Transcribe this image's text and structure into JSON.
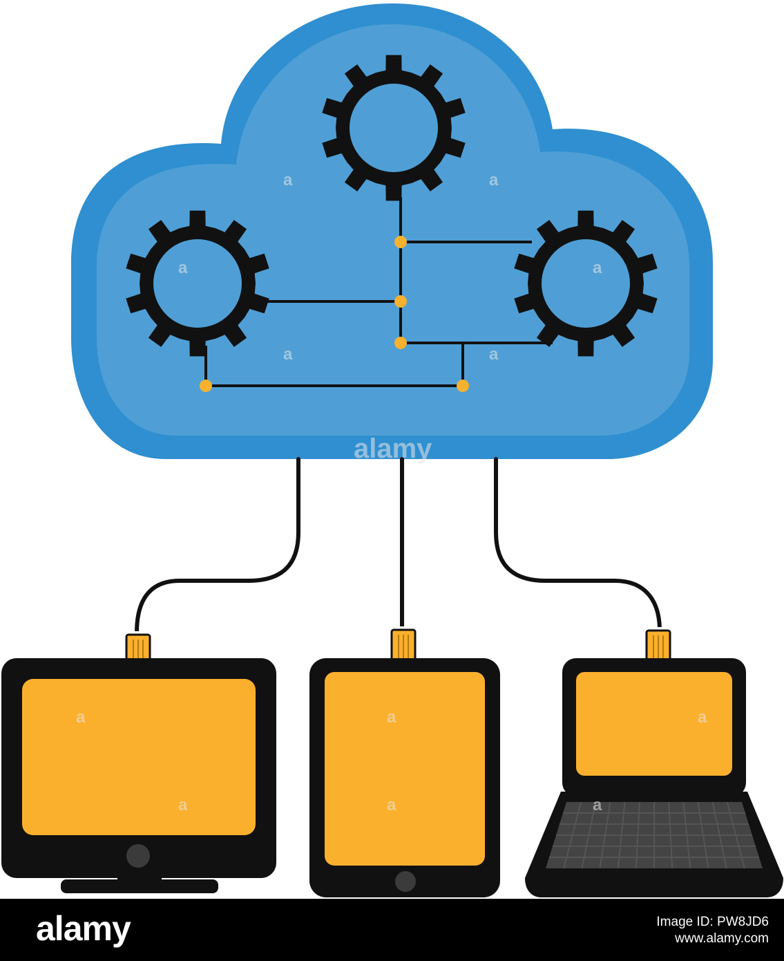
{
  "watermark": {
    "small": "a",
    "large": "alamy"
  },
  "footer": {
    "brand": "alamy",
    "image_id": "Image ID: PW8JD6",
    "url": "www.alamy.com"
  },
  "colors": {
    "cloud_outer": "#2f8fd0",
    "cloud_inner": "#4f9fd6",
    "gear": "#111111",
    "node": "#f6b12e",
    "screen": "#fbb02d",
    "device": "#111111",
    "keyboard": "#444444",
    "footer": "#000000"
  },
  "icons": [
    "gear-icon",
    "cloud-icon",
    "monitor-icon",
    "tablet-icon",
    "laptop-icon",
    "cable-connector-icon"
  ]
}
